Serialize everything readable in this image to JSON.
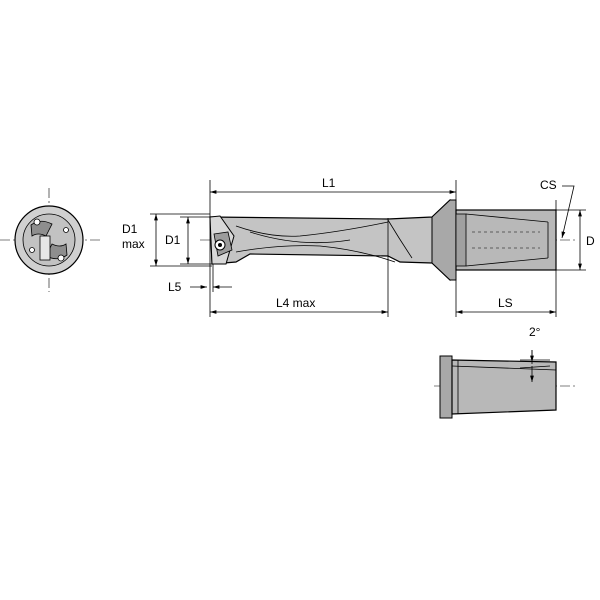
{
  "labels": {
    "L1": "L1",
    "CS": "CS",
    "D": "D",
    "D1_max_line1": "D1",
    "D1_max_line2": "max",
    "D1": "D1",
    "L5": "L5",
    "L4_max": "L4 max",
    "LS": "LS",
    "angle": "2°"
  },
  "colors": {
    "body": "#c4c4c4",
    "shank": "#b8b8b8",
    "line": "#000000"
  }
}
